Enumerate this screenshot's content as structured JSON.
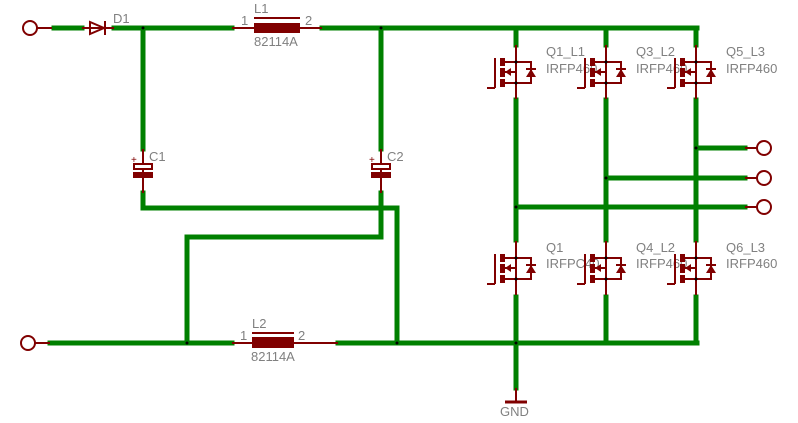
{
  "colors": {
    "wire": "#008000",
    "component": "#800000",
    "label": "#808080"
  },
  "components": {
    "diode": {
      "name": "D1"
    },
    "inductor1": {
      "name": "L1",
      "value": "82114A",
      "pin1": "1",
      "pin2": "2"
    },
    "inductor2": {
      "name": "L2",
      "value": "82114A",
      "pin1": "1",
      "pin2": "2"
    },
    "cap1": {
      "name": "C1",
      "polarity": "+"
    },
    "cap2": {
      "name": "C2",
      "polarity": "+"
    },
    "mosfets": [
      {
        "name": "Q1_L1",
        "value": "IRFP460"
      },
      {
        "name": "Q3_L2",
        "value": "IRFP460"
      },
      {
        "name": "Q5_L3",
        "value": "IRFP460"
      },
      {
        "name": "Q1",
        "value": "IRFPC40"
      },
      {
        "name": "Q4_L2",
        "value": "IRFP460"
      },
      {
        "name": "Q6_L3",
        "value": "IRFP460"
      }
    ],
    "ground": {
      "name": "GND"
    }
  }
}
